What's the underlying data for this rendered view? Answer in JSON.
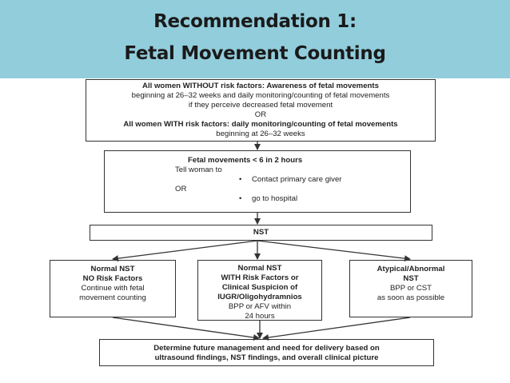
{
  "slide": {
    "title_line1": "Recommendation 1:",
    "title_line2": "Fetal Movement Counting",
    "header_color": "#92cddc"
  },
  "flowchart": {
    "box1": {
      "lines": [
        "All women WITHOUT risk factors: Awareness of fetal movements",
        "beginning at 26–32 weeks and daily monitoring/counting of fetal movements",
        "if they perceive decreased fetal movement",
        "OR",
        "All women WITH risk factors: daily monitoring/counting of fetal movements",
        "beginning at 26–32 weeks"
      ]
    },
    "box2": {
      "heading": "Fetal movements < 6 in 2 hours",
      "intro": "Tell woman to",
      "option1": "Contact primary care giver",
      "or": "OR",
      "option2": "go to hospital",
      "bullet": "•"
    },
    "box3": {
      "label": "NST"
    },
    "box4": {
      "lines": [
        "Normal NST",
        "NO Risk Factors",
        "Continue with fetal",
        "movement counting"
      ]
    },
    "box5": {
      "lines": [
        "Normal NST",
        "WITH Risk Factors or",
        "Clinical Suspicion of",
        "IUGR/Oligohydramnios",
        "BPP or AFV within",
        "24 hours"
      ]
    },
    "box6": {
      "lines": [
        "Atypical/Abnormal",
        "NST",
        "BPP or CST",
        "as soon as possible"
      ]
    },
    "box7": {
      "lines": [
        "Determine future management and need for delivery based on",
        "ultrasound findings, NST findings, and overall clinical picture"
      ]
    }
  }
}
